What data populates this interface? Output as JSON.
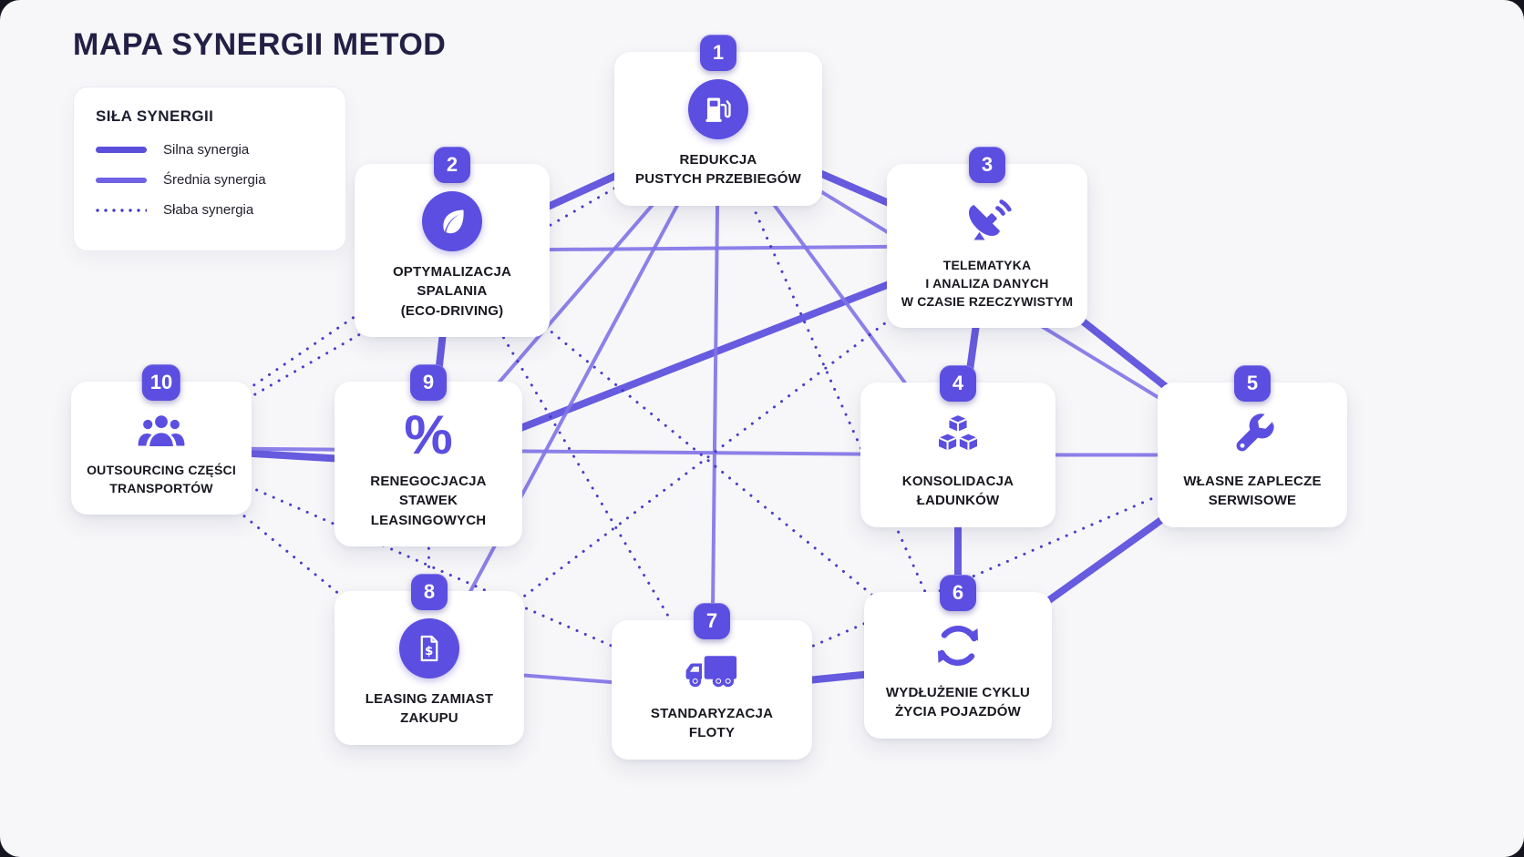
{
  "title": "MAPA SYNERGII METOD",
  "legend": {
    "title": "SIŁA SYNERGII",
    "items": [
      {
        "label": "Silna synergia",
        "style": "strong"
      },
      {
        "label": "Średnia synergia",
        "style": "medium"
      },
      {
        "label": "Słaba synergia",
        "style": "weak"
      }
    ]
  },
  "colors": {
    "accent": "#5b4ee0",
    "line_strong": "#5b4edd",
    "line_medium": "#8174e8",
    "line_weak": "#4034c8",
    "title_text": "#232046",
    "canvas_bg": "#f7f7f9",
    "card_bg": "#ffffff"
  },
  "nodes": [
    {
      "id": 1,
      "num": "1",
      "icon": "fuel-pump-icon",
      "label": "REDUKCJA\nPUSTYCH PRZEBIEGÓW"
    },
    {
      "id": 2,
      "num": "2",
      "icon": "leaf-icon",
      "label": "OPTYMALIZACJA\nSPALANIA\n(ECO-DRIVING)"
    },
    {
      "id": 3,
      "num": "3",
      "icon": "satellite-dish-icon",
      "label": "TELEMATYKA\nI ANALIZA DANYCH\nW CZASIE RZECZYWISTYM"
    },
    {
      "id": 4,
      "num": "4",
      "icon": "cargo-boxes-icon",
      "label": "KONSOLIDACJA\nŁADUNKÓW"
    },
    {
      "id": 5,
      "num": "5",
      "icon": "wrench-icon",
      "label": "WŁASNE ZAPLECZE\nSERWISOWE"
    },
    {
      "id": 6,
      "num": "6",
      "icon": "cycle-arrows-icon",
      "label": "WYDŁUŻENIE CYKLU\nŻYCIA POJAZDÓW"
    },
    {
      "id": 7,
      "num": "7",
      "icon": "truck-icon",
      "label": "STANDARYZACJA\nFLOTY"
    },
    {
      "id": 8,
      "num": "8",
      "icon": "invoice-dollar-icon",
      "label": "LEASING ZAMIAST\nZAKUPU"
    },
    {
      "id": 9,
      "num": "9",
      "icon": "percent-icon",
      "glyph": "%",
      "label": "RENEGOCJACJA\nSTAWEK\nLEASINGOWYCH"
    },
    {
      "id": 10,
      "num": "10",
      "icon": "people-icon",
      "label": "OUTSOURCING CZĘŚCI\nTRANSPORTÓW"
    }
  ],
  "connections": [
    {
      "from": 1,
      "to": 2,
      "strength": "strong"
    },
    {
      "from": 1,
      "to": 3,
      "strength": "strong"
    },
    {
      "from": 2,
      "to": 9,
      "strength": "strong"
    },
    {
      "from": 3,
      "to": 4,
      "strength": "strong"
    },
    {
      "from": 3,
      "to": 5,
      "strength": "strong"
    },
    {
      "from": 3,
      "to": 9,
      "strength": "strong"
    },
    {
      "from": 4,
      "to": 6,
      "strength": "strong"
    },
    {
      "from": 5,
      "to": 6,
      "strength": "strong"
    },
    {
      "from": 6,
      "to": 7,
      "strength": "strong"
    },
    {
      "from": 9,
      "to": 10,
      "strength": "strong"
    },
    {
      "from": 1,
      "to": 4,
      "strength": "medium"
    },
    {
      "from": 1,
      "to": 5,
      "strength": "medium"
    },
    {
      "from": 1,
      "to": 7,
      "strength": "medium"
    },
    {
      "from": 1,
      "to": 8,
      "strength": "medium"
    },
    {
      "from": 1,
      "to": 9,
      "strength": "medium"
    },
    {
      "from": 2,
      "to": 3,
      "strength": "medium"
    },
    {
      "from": 4,
      "to": 5,
      "strength": "medium"
    },
    {
      "from": 4,
      "to": 10,
      "strength": "medium"
    },
    {
      "from": 7,
      "to": 8,
      "strength": "medium"
    },
    {
      "from": 1,
      "to": 6,
      "strength": "weak"
    },
    {
      "from": 1,
      "to": 10,
      "strength": "weak"
    },
    {
      "from": 2,
      "to": 6,
      "strength": "weak"
    },
    {
      "from": 2,
      "to": 7,
      "strength": "weak"
    },
    {
      "from": 2,
      "to": 10,
      "strength": "weak"
    },
    {
      "from": 3,
      "to": 8,
      "strength": "weak"
    },
    {
      "from": 5,
      "to": 7,
      "strength": "weak"
    },
    {
      "from": 8,
      "to": 9,
      "strength": "weak"
    },
    {
      "from": 8,
      "to": 10,
      "strength": "weak"
    },
    {
      "from": 7,
      "to": 10,
      "strength": "weak"
    }
  ]
}
